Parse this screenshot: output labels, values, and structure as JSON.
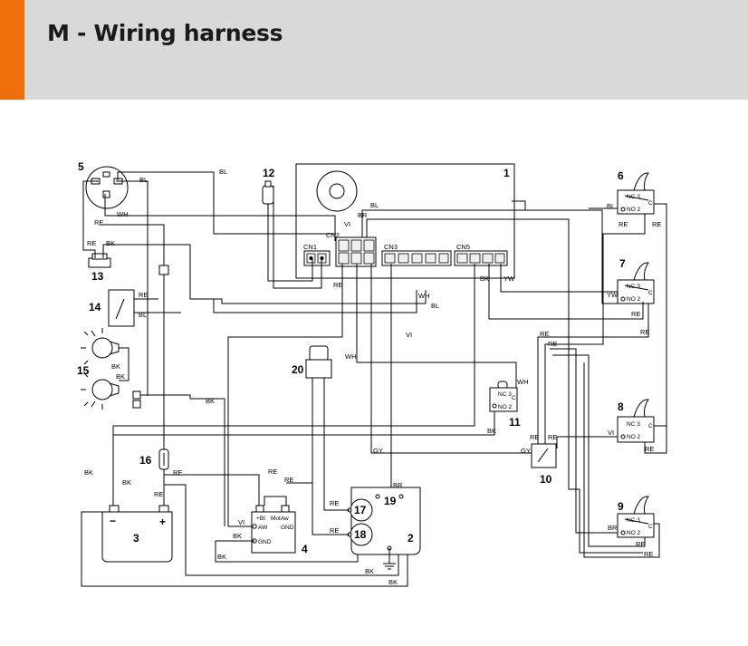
{
  "page": {
    "title": "M - Wiring harness",
    "colors": {
      "accent": "#ec6f0b",
      "header_bg": "#d9d9d9",
      "ink": "#000000"
    }
  },
  "diagram": {
    "component_numbers": [
      "1",
      "2",
      "3",
      "4",
      "5",
      "6",
      "7",
      "8",
      "9",
      "10",
      "11",
      "12",
      "13",
      "14",
      "15",
      "16",
      "17",
      "18",
      "19",
      "20"
    ],
    "connectors": [
      "CN1",
      "CN2",
      "CN3",
      "CN5"
    ],
    "switch_terminals": {
      "nc": "NC 3",
      "no": "NO 2",
      "c": "C"
    },
    "battery_polarity": {
      "neg": "−",
      "pos": "+"
    },
    "controller_terminals": {
      "bt": "+Bt",
      "motaw": "MotAw",
      "aw": "AW",
      "gnd_right": "GND",
      "gnd": "GND"
    },
    "wire_colors": {
      "BL": "BL",
      "WH": "WH",
      "RE": "RE",
      "BK": "BK",
      "VI": "VI",
      "BR": "BR",
      "YW": "YW",
      "GY": "GY"
    }
  }
}
